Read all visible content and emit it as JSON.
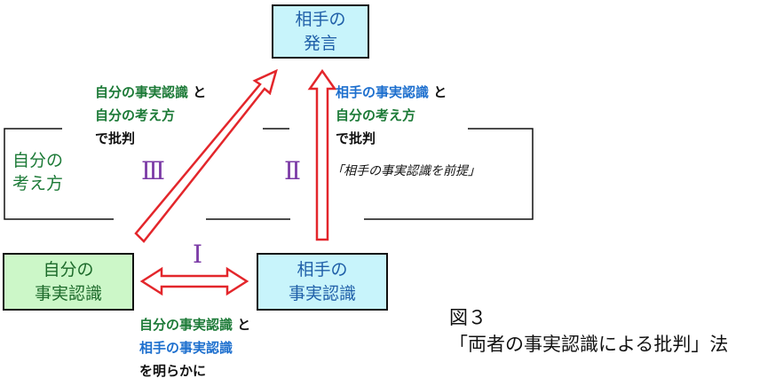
{
  "nodes": {
    "partner_statement": [
      "相手の",
      "発言"
    ],
    "own_facts": [
      "自分の",
      "事実認識"
    ],
    "partner_facts": [
      "相手の",
      "事実認識"
    ],
    "own_thinking": [
      "自分の",
      "考え方"
    ]
  },
  "edge_labels": {
    "i": "Ⅰ",
    "ii": "Ⅱ",
    "iii": "Ⅲ"
  },
  "annotations": {
    "left_critique": {
      "line1": "自分の事実認識",
      "connector": "と",
      "line2": "自分の考え方",
      "line3": "で批判"
    },
    "right_critique": {
      "line1": "相手の事実認識",
      "connector": "と",
      "line2": "自分の考え方",
      "line3": "で批判",
      "note": "「相手の事実認識を前提」"
    },
    "bottom": {
      "line1": "自分の事実認識",
      "connector": "と",
      "line2": "相手の事実認識",
      "line3": "を明らかに"
    }
  },
  "caption": {
    "number": "図３",
    "title": "「両者の事実認識による批判」法"
  },
  "colors": {
    "arrow": "#e3262b",
    "teal_box": "#c8f4fb",
    "green_box": "#ccf7c8",
    "roman": "#7b3aa6"
  }
}
